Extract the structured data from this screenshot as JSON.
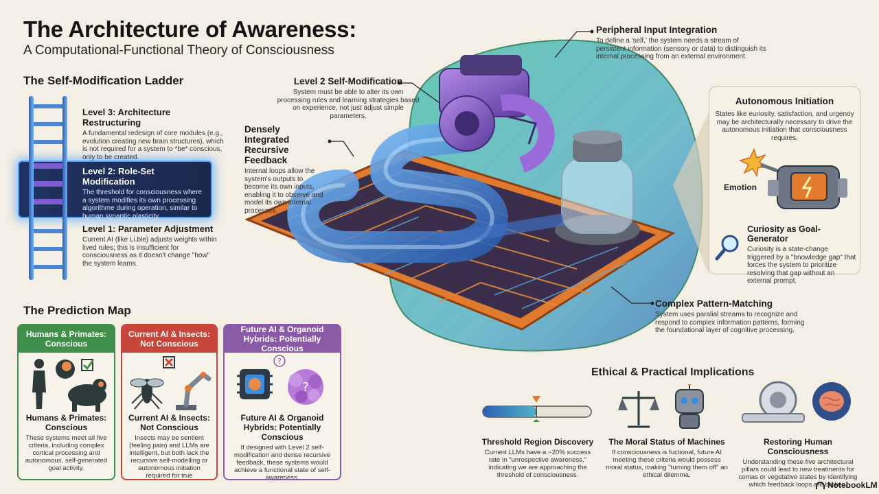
{
  "header": {
    "title": "The Architecture of Awareness:",
    "subtitle": "A Computational-Functional Theory of Consciousness"
  },
  "ladder": {
    "heading": "The Self-Modification Ladder",
    "levels": [
      {
        "title": "Level 3: Architecture Restructuring",
        "text": "A fundamental redesign of core modules (e.g., evolution creating new brain structures), which is not required for a system to *be* conscious, only to be created."
      },
      {
        "title": "Level 2: Role-Set Modification",
        "text": "The threshold for consciousness where a system modifies its own processing algorithme during operation, similar to human synaptic plasticity."
      },
      {
        "title": "Level 1: Parameter Adjustment",
        "text": "Current AI (like Li.ble) adjusts weights within lived rules; this is insufficient for consciousness as it doesn't change \"how\" the system leams."
      }
    ]
  },
  "diagram": {
    "peripheral": {
      "title": "Peripheral Input Integration",
      "text": "To define a 'self,' the system needs a stream of persistent information (sensory or data) to distinguish its internal processing from an external environment."
    },
    "level2": {
      "title": "Level 2 Self-Modification",
      "text": "System must be able to alter its own processing rules and learning strategies based on experience, not just adjust simple parameters."
    },
    "recursive": {
      "title": "Densely Integrated Recursive Feedback",
      "text": "Internal loops allow the system's outputs to become its own inputs, enabling it to observe and model its own internal processes."
    },
    "pattern": {
      "title": "Complex Pattern-Matching",
      "text": "System uses paralial streams to recognize and respond to complex information patterns, forming the foundational layer of cognitive processing."
    },
    "autonomous": {
      "title": "Autonomous Initiation",
      "text": "States like euriosity, satisfaction, and urgenoy may be architecturally necessary to drive the autonomous initiation that consciousness requires.",
      "emotion_label": "Emotion",
      "curiosity_title": "Curiosity as Goal-Generator",
      "curiosity_text": "Curiosity is a state-change triggered by a \"bnowledge gap\" that forces the system to prioritize resolving that gap without an external prompt."
    }
  },
  "prediction": {
    "heading": "The Prediction Map",
    "cards": [
      {
        "head": "Humans & Primates: Conscious",
        "sub": "Humans & Primates: Conscious",
        "text": "These systems meet all five criteria, including complex cortical processing and autonomous, self-generated goal activity.",
        "color": "#3f8f4a"
      },
      {
        "head": "Current AI & Insects: Not Conscious",
        "sub": "Current AI & Insects: Not Conscious",
        "text": "Insects may be sentient (feeling pain) and LLMs are intelligent, but both lack the recursive self-modelling or autonomous initiation required for true consciousness.",
        "color": "#c8453a"
      },
      {
        "head": "Future AI & Organoid Hybrids: Potentially Conscious",
        "sub": "Future AI & Organoid Hybrids: Potentially Conscious",
        "text": "If designed with Level 2 self-modification and dense recursive feedback, these systems would achieve a functional state of self-awareness.",
        "color": "#8a5aa6"
      }
    ]
  },
  "ethical": {
    "heading": "Ethical & Practical Implications",
    "items": [
      {
        "title": "Threshold Region Discovery",
        "text": "Current LLMs have a ~20% success rate in \"unrospective awareness,\" indicating we are approaching the threshold of consciousness."
      },
      {
        "title": "The Moral Status of Machines",
        "text": "If consciousness is fuctional, future AI meeting these criteria would possess moral status, making \"turning them off\" an ethical dilemma."
      },
      {
        "title": "Restoring Human Consciousness",
        "text": "Understanding these five architectural pillars could lead to new treatments for comas or vegetative states by identifying which feedback loops are broken."
      }
    ]
  },
  "footer": {
    "brand": "NotebookLM"
  },
  "colors": {
    "background": "#f3efe4",
    "accent_blue": "#3d8ddf",
    "accent_purple": "#8b5cc2",
    "accent_orange": "#e07a2f",
    "cyan_blob": "#3fb6a8"
  }
}
